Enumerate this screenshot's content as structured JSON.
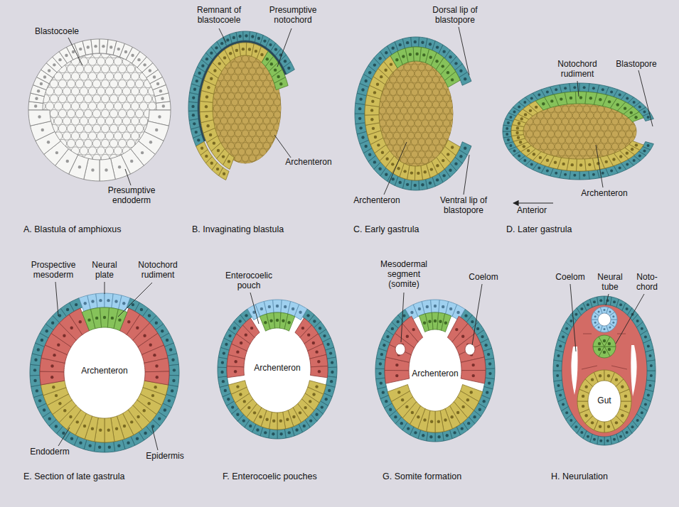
{
  "diagram": {
    "labels": [
      "Blastocoele",
      "Presumptive endoderm",
      "A. Blastula of amphioxus",
      "Remnant of blastocoele",
      "Presumptive notochord",
      "Archenteron",
      "B. Invaginating blastula",
      "Dorsal lip of blastopore",
      "Archenteron",
      "Ventral lip of blastopore",
      "C. Early gastrula",
      "Notochord rudiment",
      "Blastopore",
      "Archenteron",
      "Anterior",
      "D. Later gastrula",
      "Prospective mesoderm",
      "Neural plate",
      "Notochord rudiment",
      "Archenteron",
      "Endoderm",
      "Epidermis",
      "E. Section of late gastrula",
      "Enterocoelic pouch",
      "Archenteron",
      "F. Enterocoelic pouches",
      "Mesodermal segment (somite)",
      "Coelom",
      "Archenteron",
      "G. Somite formation",
      "Coelom",
      "Neural tube",
      "Noto- chord",
      "Gut",
      "H. Neurulation"
    ]
  }
}
